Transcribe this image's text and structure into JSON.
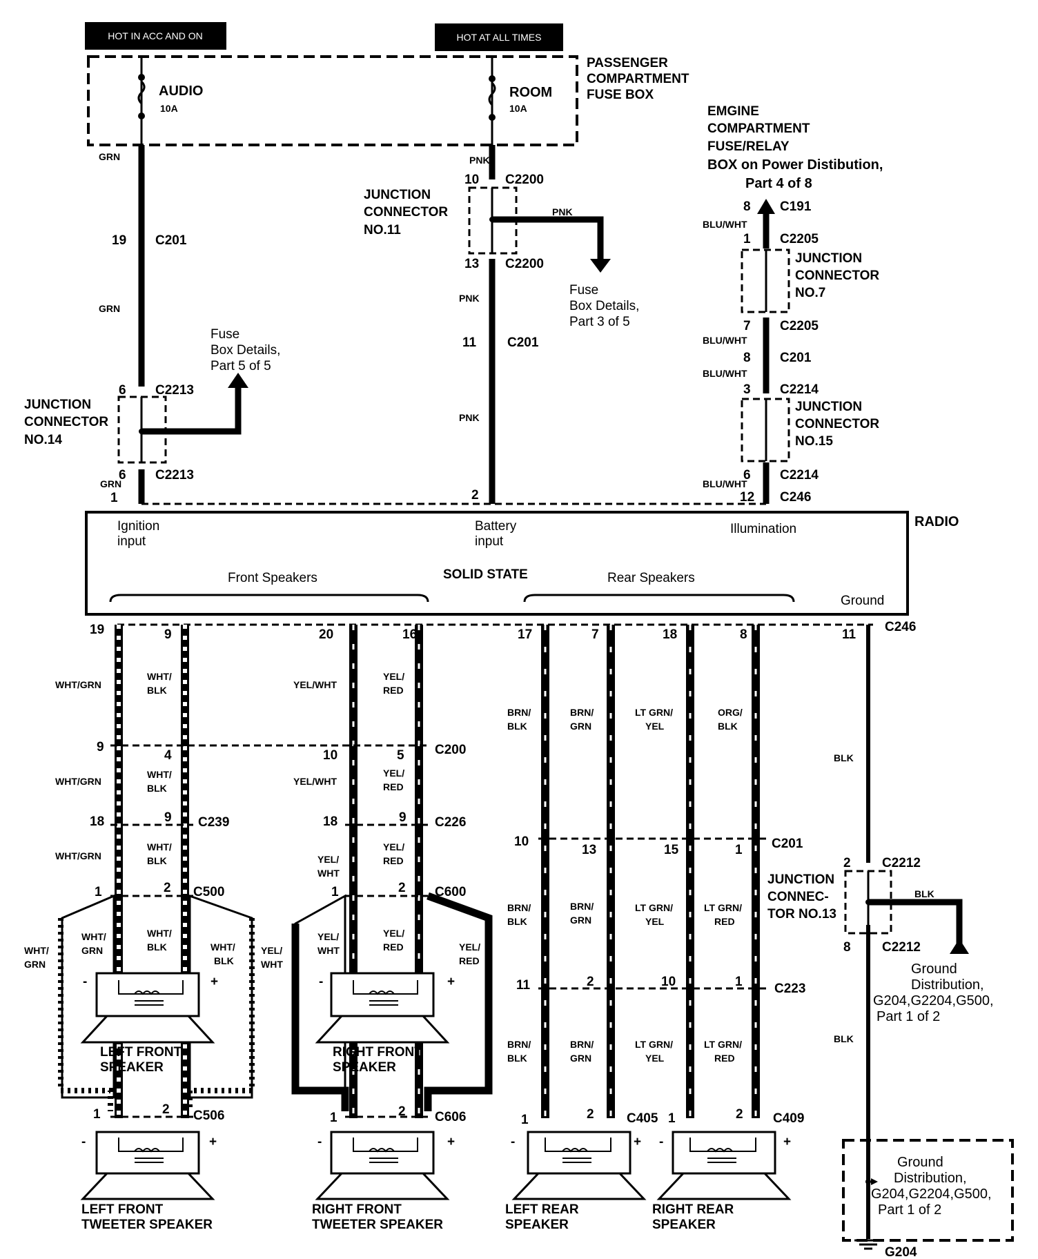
{
  "headers": {
    "hot_acc": "HOT IN ACC AND ON",
    "hot_all": "HOT AT ALL TIMES"
  },
  "fusebox": {
    "name": [
      "PASSENGER",
      "COMPARTMENT",
      "FUSE BOX"
    ],
    "fuse_audio": "AUDIO",
    "fuse_audio_rating": "10A",
    "fuse_room": "ROOM",
    "fuse_room_rating": "10A"
  },
  "engine_box": {
    "lines": [
      "EMGINE",
      "COMPARTMENT",
      "FUSE/RELAY"
    ],
    "line4": "BOX on Power Distibution,",
    "line5": "Part 4 of 8"
  },
  "references": {
    "fuse_part5": [
      "Fuse",
      "Box Details,",
      "Part 5 of 5"
    ],
    "fuse_part3": [
      "Fuse",
      "Box Details,",
      "Part 3 of 5"
    ],
    "ground_dist": [
      "Ground",
      "Distribution,",
      "G204,G2204,G500,",
      "Part 1 of 2"
    ],
    "ground_dist_box": [
      "Ground",
      "Distribution,",
      "G204,G2204,G500,",
      "Part 1 of 2"
    ]
  },
  "junctions": {
    "jc14": [
      "JUNCTION",
      "CONNECTOR",
      "NO.14"
    ],
    "jc11": [
      "JUNCTION",
      "CONNECTOR",
      "NO.11"
    ],
    "jc7": [
      "JUNCTION",
      "CONNECTOR",
      "NO.7"
    ],
    "jc15": [
      "JUNCTION",
      "CONNECTOR",
      "NO.15"
    ],
    "jc13": [
      "JUNCTION",
      "CONNEC-",
      "TOR NO.13"
    ]
  },
  "connectors": {
    "c201": "C201",
    "c2213": "C2213",
    "c2200": "C2200",
    "c191": "C191",
    "c2205": "C2205",
    "c2214": "C2214",
    "c246": "C246",
    "c200": "C200",
    "c239": "C239",
    "c226": "C226",
    "c500": "C500",
    "c600": "C600",
    "c506": "C506",
    "c606": "C606",
    "c405": "C405",
    "c409": "C409",
    "c223": "C223",
    "c2212": "C2212",
    "g204": "G204"
  },
  "radio": {
    "title": "RADIO",
    "ignition": [
      "Ignition",
      "input"
    ],
    "battery": [
      "Battery",
      "input"
    ],
    "illumination": "Illumination",
    "front": "Front Speakers",
    "solid": "SOLID STATE",
    "rear": "Rear Speakers",
    "ground": "Ground"
  },
  "wires": {
    "grn": "GRN",
    "pnk": "PNK",
    "blu_wht": "BLU/WHT",
    "blk": "BLK",
    "wht_grn": "WHT/GRN",
    "wht_blk": [
      "WHT/",
      "BLK"
    ],
    "yel_wht": "YEL/WHT",
    "yel_wht2": [
      "YEL/",
      "WHT"
    ],
    "yel_red": [
      "YEL/",
      "RED"
    ],
    "wht_grn2": [
      "WHT/",
      "GRN"
    ],
    "brn_blk": [
      "BRN/",
      "BLK"
    ],
    "brn_grn": [
      "BRN/",
      "GRN"
    ],
    "ltgrn_yel": [
      "LT GRN/",
      "YEL"
    ],
    "org_blk": [
      "ORG/",
      "BLK"
    ],
    "ltgrn_red": [
      "LT GRN/",
      "RED"
    ]
  },
  "pins": {
    "p1": "1",
    "p2": "2",
    "p3": "3",
    "p4": "4",
    "p5": "5",
    "p6": "6",
    "p7": "7",
    "p8": "8",
    "p9": "9",
    "p10": "10",
    "p11": "11",
    "p12": "12",
    "p13": "13",
    "p15": "15",
    "p16": "16",
    "p17": "17",
    "p18": "18",
    "p19": "19",
    "p20": "20"
  },
  "speakers": {
    "lf": [
      "LEFT FRONT",
      "SPEAKER"
    ],
    "rf": [
      "RIGHT FRONT",
      "SPEAKER"
    ],
    "lft": [
      "LEFT FRONT",
      "TWEETER SPEAKER"
    ],
    "rft": [
      "RIGHT FRONT",
      "TWEETER SPEAKER"
    ],
    "lr": [
      "LEFT REAR",
      "SPEAKER"
    ],
    "rr": [
      "RIGHT REAR",
      "SPEAKER"
    ],
    "minus": "-",
    "plus": "+"
  }
}
